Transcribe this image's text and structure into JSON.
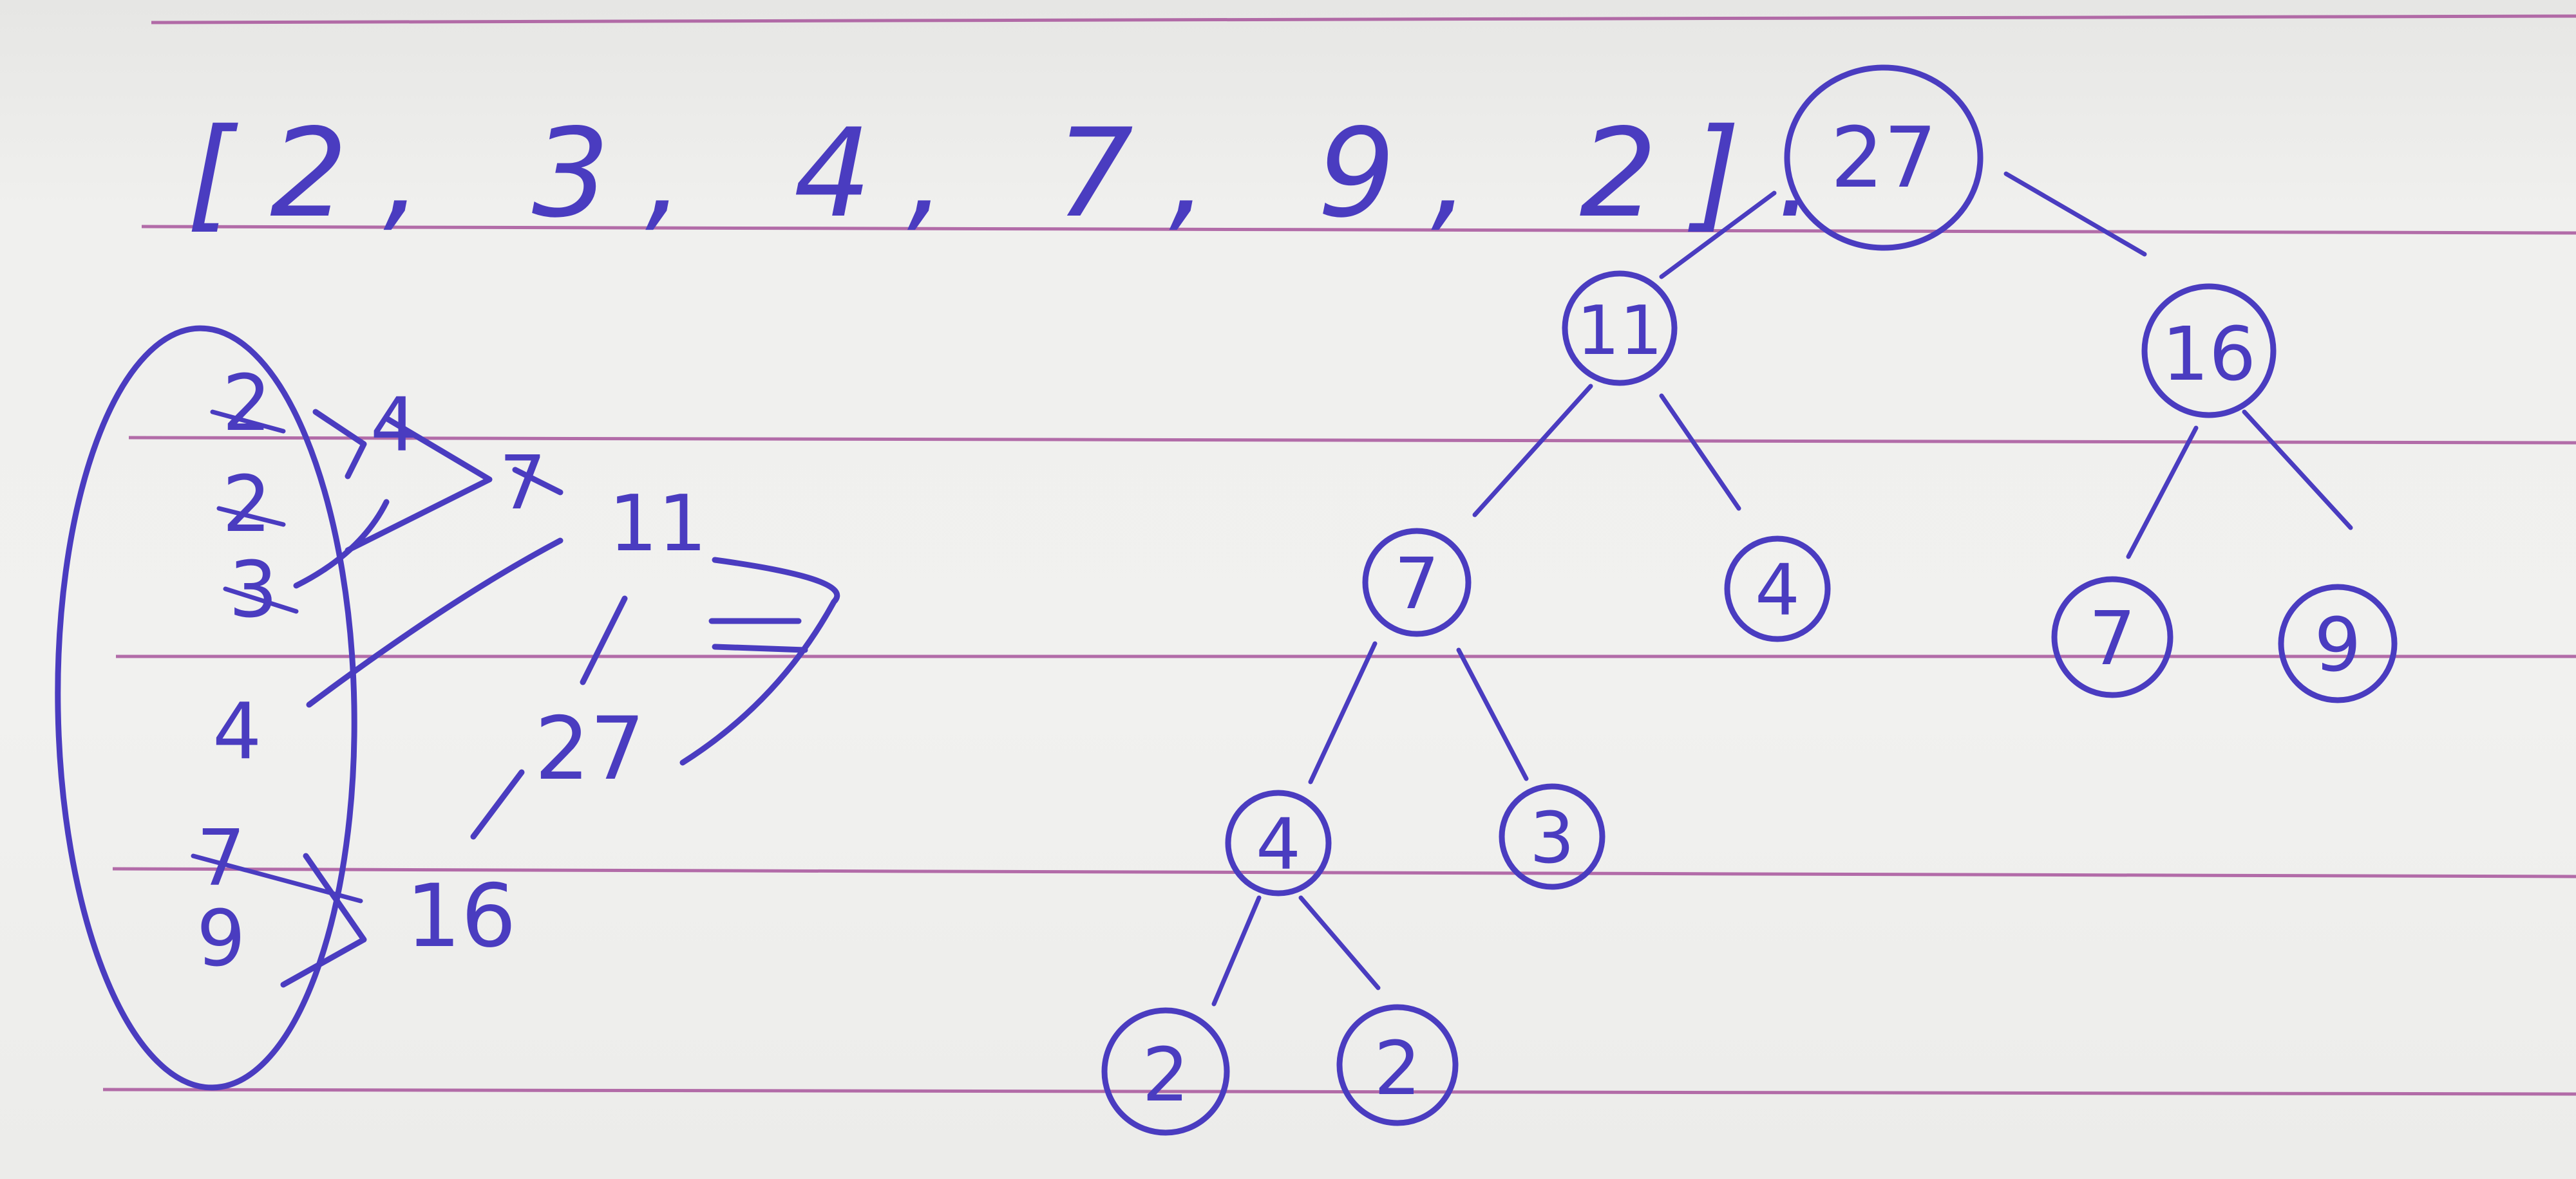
{
  "array_line": "[2, 3, 4, 7, 9, 2].",
  "merge_work": {
    "initial_values": [
      "2",
      "2",
      "3",
      "4",
      "7",
      "9"
    ],
    "intermediate": [
      "4",
      "7",
      "11",
      "16",
      "27"
    ],
    "arrow": "⇒"
  },
  "tree": {
    "root": "27",
    "left": "11",
    "right": "16",
    "left_left": "7",
    "left_right": "4",
    "right_left": "7",
    "right_right": "9",
    "lll": "4",
    "llr": "3",
    "llll": "2",
    "lllr": "2"
  },
  "colors": {
    "ink": "#4a3cc0",
    "rule": "#a8559c",
    "paper": "#eeeeec"
  }
}
